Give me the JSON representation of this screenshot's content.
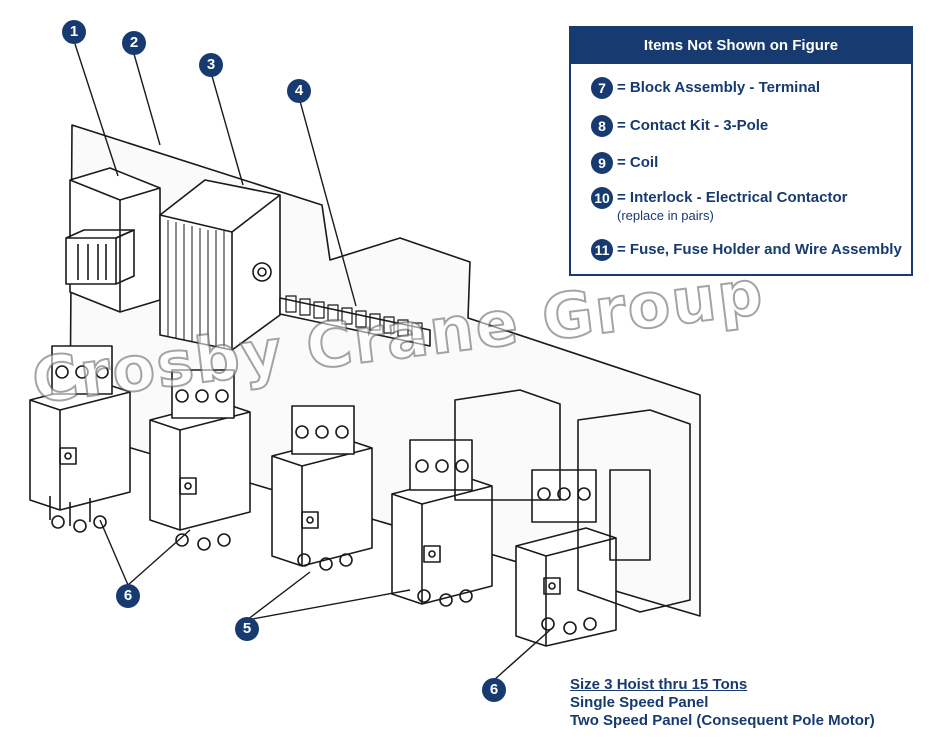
{
  "callouts": {
    "c1": "1",
    "c2": "2",
    "c3": "3",
    "c4": "4",
    "c5": "5",
    "c6a": "6",
    "c6b": "6"
  },
  "legend": {
    "title": "Items Not Shown on Figure",
    "items": [
      {
        "num": "7",
        "text": "= Block Assembly - Terminal",
        "note": ""
      },
      {
        "num": "8",
        "text": "= Contact Kit - 3-Pole",
        "note": ""
      },
      {
        "num": "9",
        "text": "= Coil",
        "note": ""
      },
      {
        "num": "10",
        "text": "= Interlock - Electrical Contactor",
        "note": "(replace in pairs)"
      },
      {
        "num": "11",
        "text": "= Fuse, Fuse Holder and Wire Assembly",
        "note": ""
      }
    ]
  },
  "caption": {
    "line1": "Size 3 Hoist thru 15 Tons",
    "line2": "Single Speed Panel",
    "line3": "Two Speed Panel (Consequent Pole Motor)"
  },
  "watermark": "Crosby Crane Group",
  "colors": {
    "navy": "#173a70",
    "line": "#1a1a1a"
  }
}
